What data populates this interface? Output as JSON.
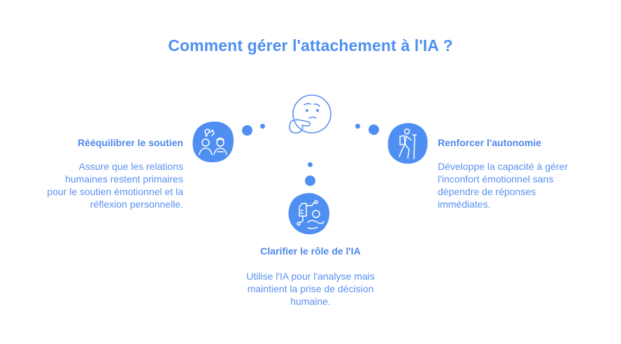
{
  "title": "Comment gérer l'attachement à l'IA ?",
  "colors": {
    "accent": "#4f8ff1",
    "blob": "#4f8ff1",
    "icon_stroke": "#5a91f0"
  },
  "center": {
    "icon": "thinking-face-icon"
  },
  "left_block": {
    "icon": "people-talking-icon",
    "title": "Rééquilibrer le soutien",
    "lines": [
      "Assure que les relations",
      "humaines restent primaires",
      "pour le soutien émotionnel et la",
      "réflexion personnelle."
    ]
  },
  "right_block": {
    "icon": "hiker-icon",
    "title": "Renforcer l'autonomie",
    "lines": [
      "Développe la capacité à gérer",
      "l'inconfort émotionnel sans",
      "dépendre de réponses",
      "immédiates."
    ]
  },
  "bottom_block": {
    "icon": "ai-chip-hand-icon",
    "title": "Clarifier le rôle de l'IA",
    "lines": [
      "Utilise l'IA pour l'analyse mais",
      "maintient la prise de décision",
      "humaine."
    ]
  }
}
